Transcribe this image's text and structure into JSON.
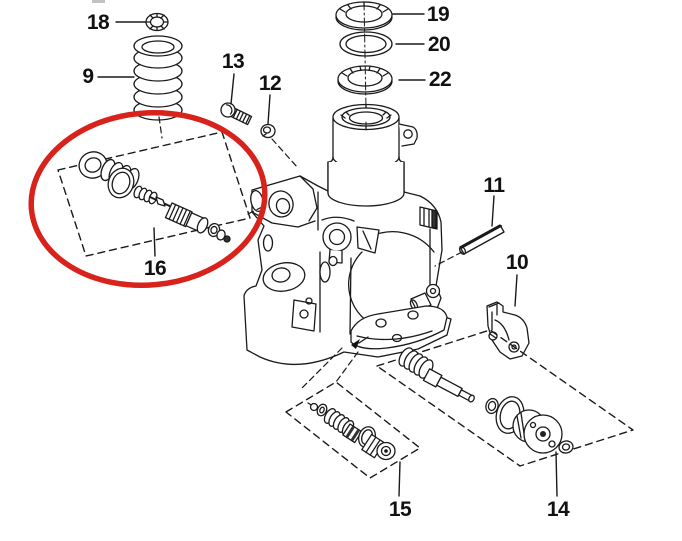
{
  "figure": {
    "type": "exploded-parts-diagram",
    "line_color": "#1a1a1a",
    "highlight_color": "#d8221c",
    "highlighted_part": "16",
    "callouts": [
      {
        "number": "18"
      },
      {
        "number": "9"
      },
      {
        "number": "13"
      },
      {
        "number": "12"
      },
      {
        "number": "19"
      },
      {
        "number": "20"
      },
      {
        "number": "22"
      },
      {
        "number": "11"
      },
      {
        "number": "10"
      },
      {
        "number": "16"
      },
      {
        "number": "15"
      },
      {
        "number": "14"
      }
    ]
  }
}
